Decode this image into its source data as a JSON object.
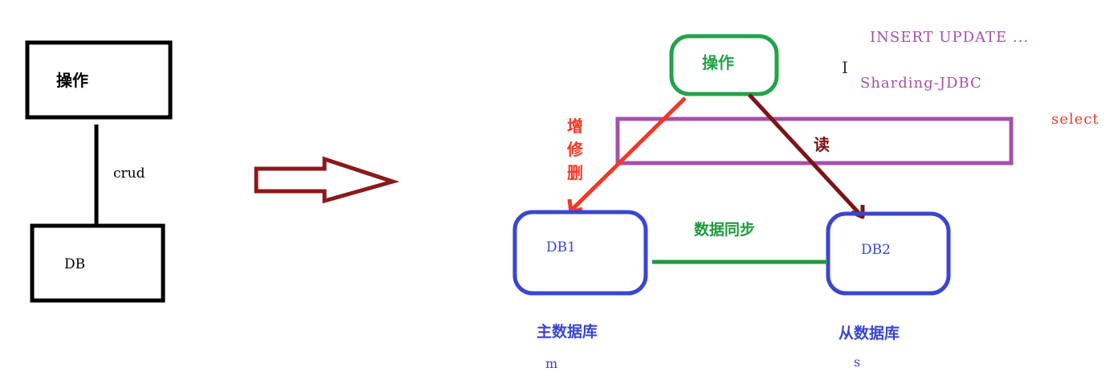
{
  "left": {
    "operation_label": "操作",
    "edge_label": "crud",
    "db_label": "DB"
  },
  "right": {
    "operation_label": "操作",
    "write_label_1": "增",
    "write_label_2": "修",
    "write_label_3": "删",
    "read_label": "读",
    "sync_label": "数据同步",
    "db1_label": "DB1",
    "db2_label": "DB2",
    "master_caption": "主数据库",
    "slave_caption": "从数据库",
    "master_short": "m",
    "slave_short": "s"
  },
  "notes": {
    "insert_update": "INSERT UPDATE ...",
    "cursor_glyph": "I",
    "sharding_jdbc": "Sharding-JDBC",
    "select": "select"
  },
  "colors": {
    "black": "#000000",
    "green": "#22a34a",
    "blue": "#3a46d0",
    "red": "#f03a26",
    "dark_red": "#7a1518",
    "purple": "#a550a8",
    "arrow_fill": "#ffffff",
    "arrow_stroke": "#8b1a1d",
    "sync_green": "#1e9b3d"
  }
}
